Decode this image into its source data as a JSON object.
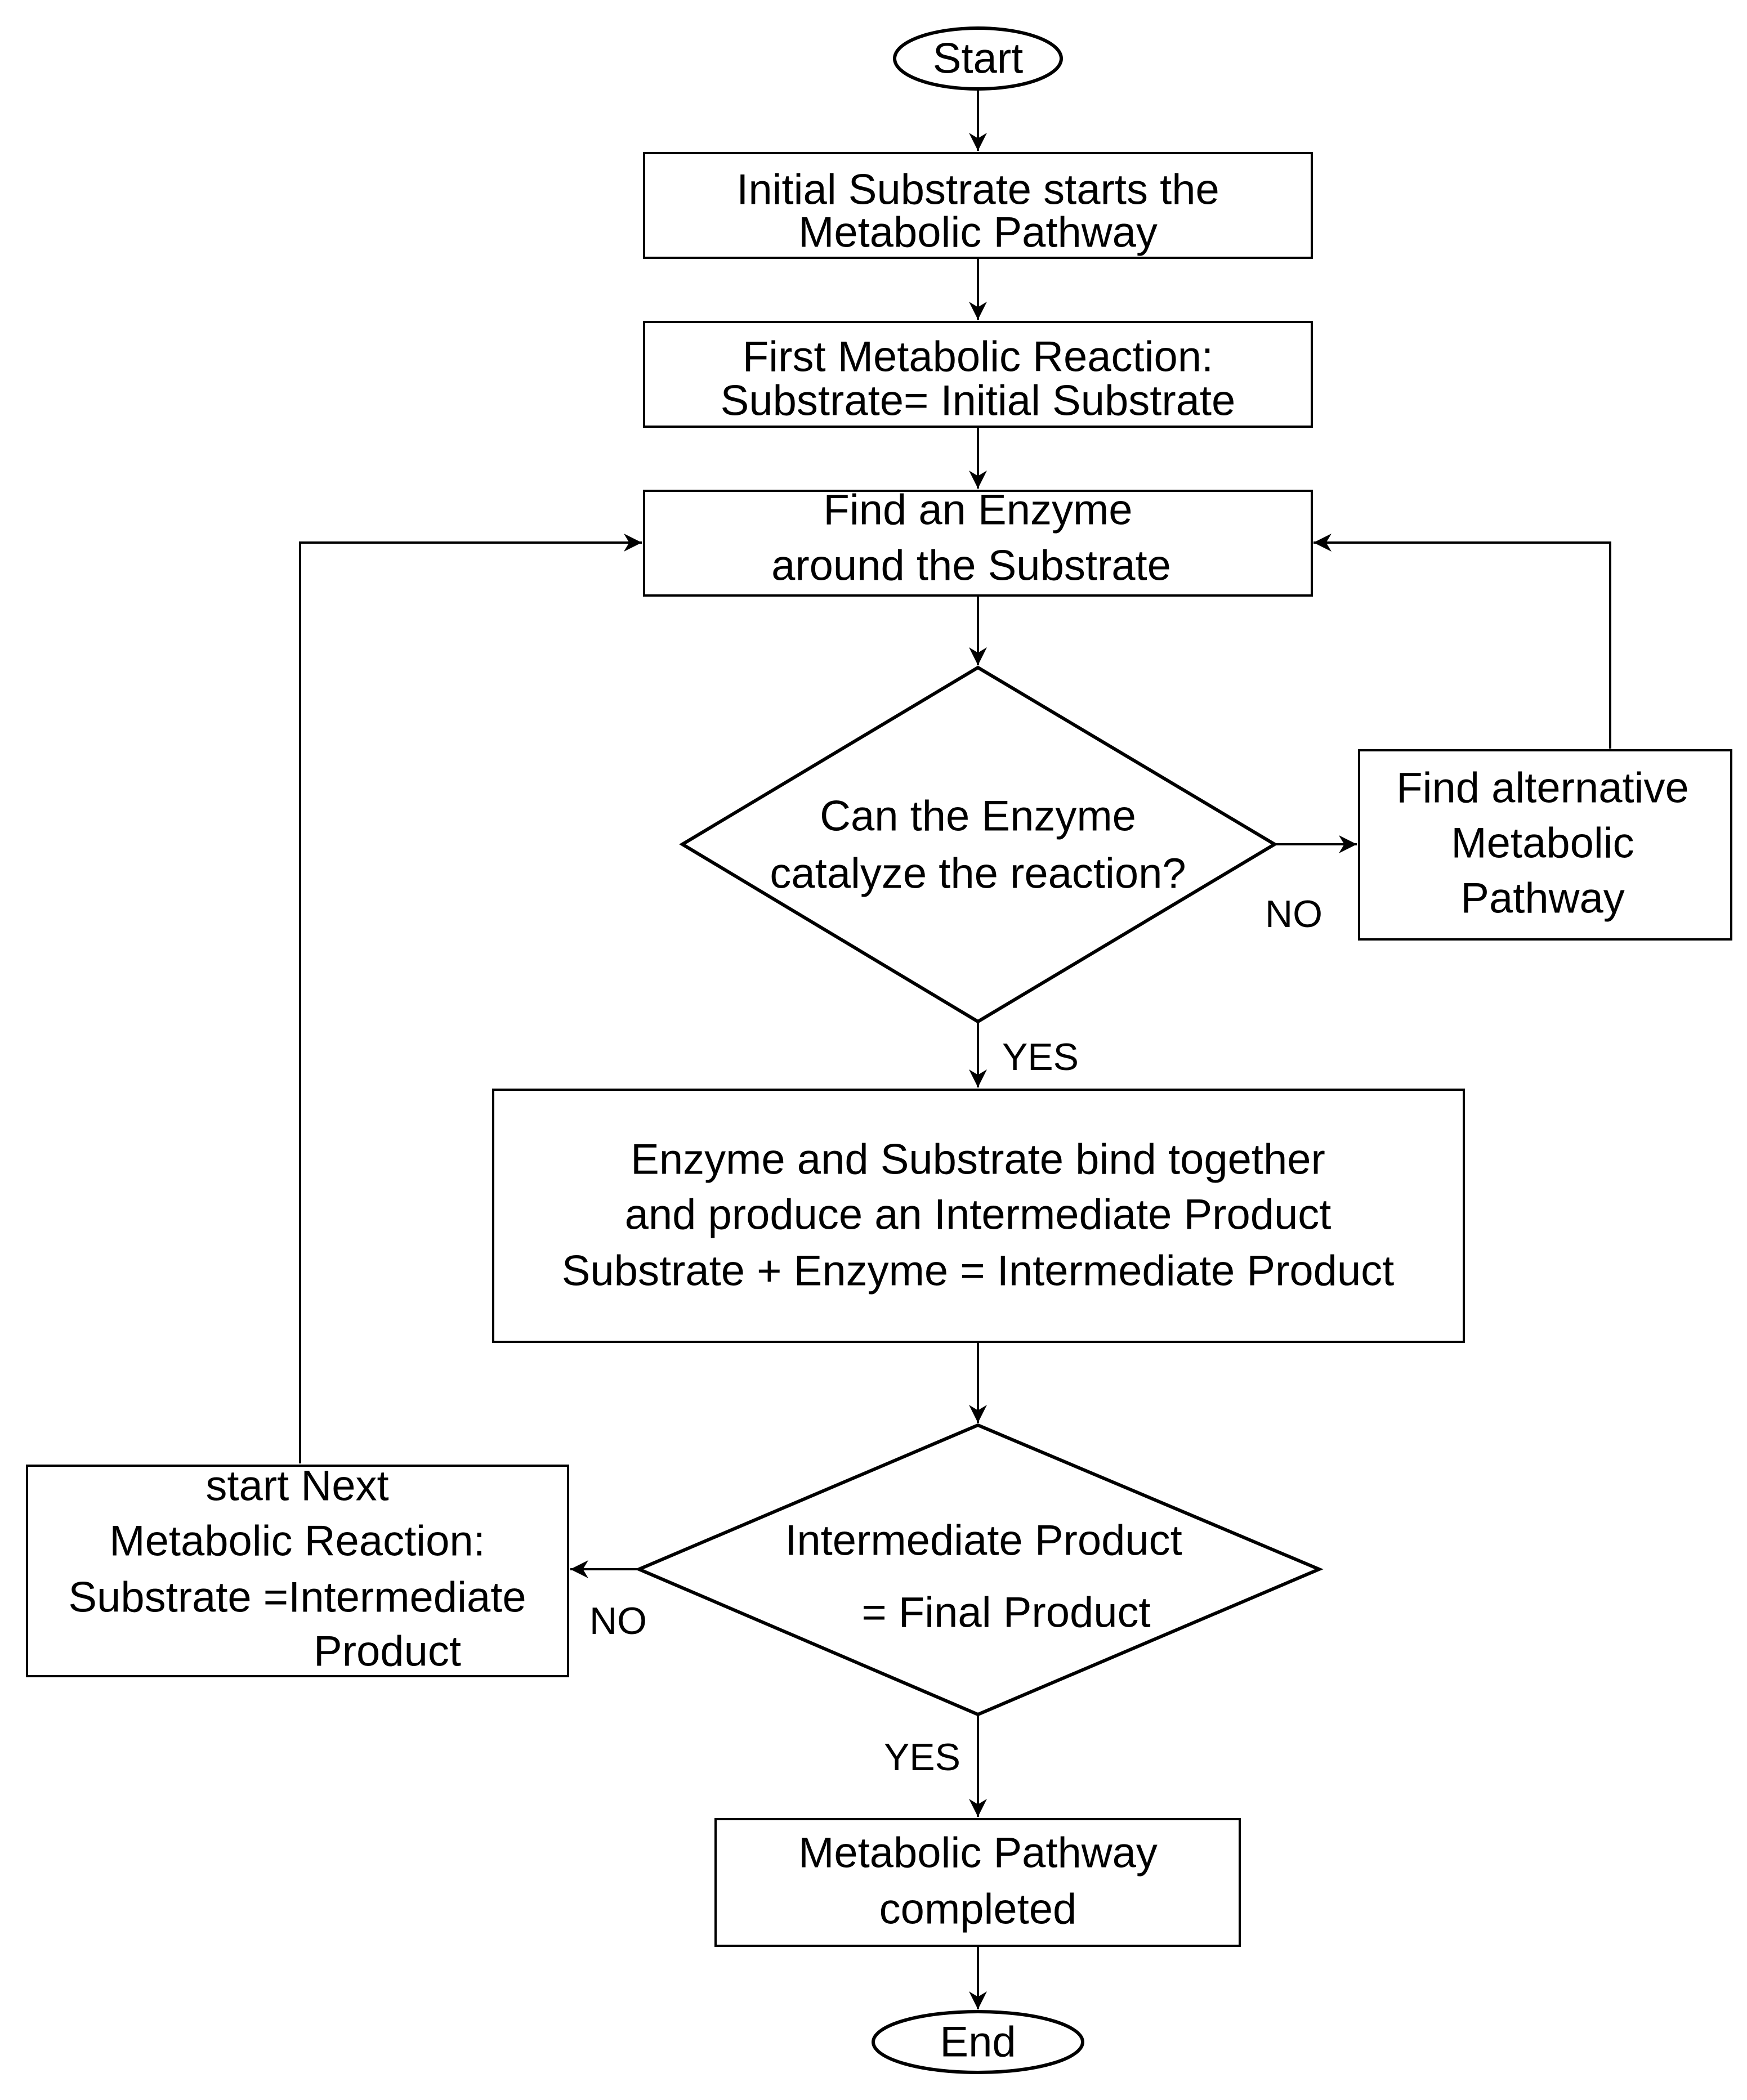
{
  "diagram": {
    "nodes": {
      "start": {
        "label": "Start"
      },
      "initial": {
        "lines": [
          "Initial Substrate starts the",
          "Metabolic Pathway"
        ]
      },
      "first_reaction": {
        "lines": [
          "First Metabolic Reaction:",
          "Substrate= Initial Substrate"
        ]
      },
      "find_enzyme": {
        "lines": [
          "Find an Enzyme",
          "around the Substrate"
        ]
      },
      "can_catalyze": {
        "lines": [
          "Can the Enzyme",
          "catalyze the reaction?"
        ]
      },
      "alternative": {
        "lines": [
          "Find alternative",
          "Metabolic",
          "Pathway"
        ]
      },
      "bind": {
        "lines": [
          "Enzyme and Substrate bind together",
          "and produce an Intermediate Product",
          "Substrate + Enzyme = Intermediate Product"
        ]
      },
      "is_final": {
        "lines": [
          "Intermediate Product",
          "= Final Product"
        ]
      },
      "next_reaction": {
        "lines": [
          "start Next",
          "Metabolic Reaction:",
          "Substrate =Intermediate",
          "Product"
        ]
      },
      "completed": {
        "lines": [
          "Metabolic Pathway",
          "completed"
        ]
      },
      "end": {
        "label": "End"
      }
    },
    "edge_labels": {
      "catalyze_no": "NO",
      "catalyze_yes": "YES",
      "final_no": "NO",
      "final_yes": "YES"
    }
  }
}
